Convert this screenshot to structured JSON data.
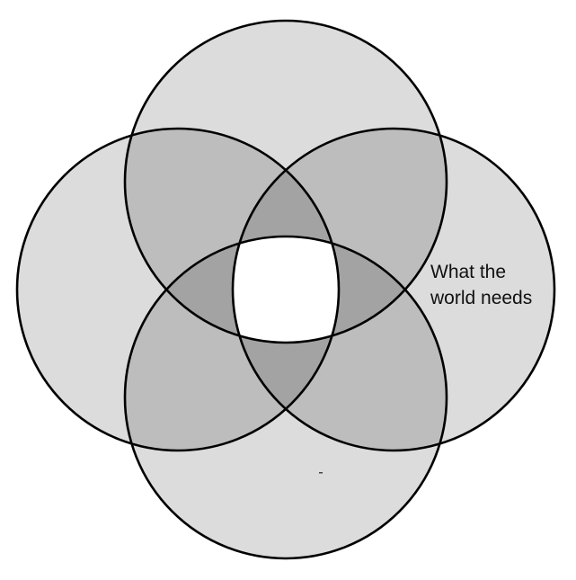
{
  "diagram": {
    "type": "four-circle-venn",
    "colors": {
      "background": "#ffffff",
      "single_region": "#dcdcdc",
      "double_overlap": "#bdbdbd",
      "triple_overlap": "#a3a3a3",
      "center": "#ffffff",
      "stroke": "#000000"
    },
    "circles": [
      {
        "id": "top",
        "label_lines": []
      },
      {
        "id": "left",
        "label_lines": []
      },
      {
        "id": "right",
        "label_lines": [
          "What the",
          "world needs"
        ]
      },
      {
        "id": "bottom",
        "label_lines": []
      }
    ]
  }
}
